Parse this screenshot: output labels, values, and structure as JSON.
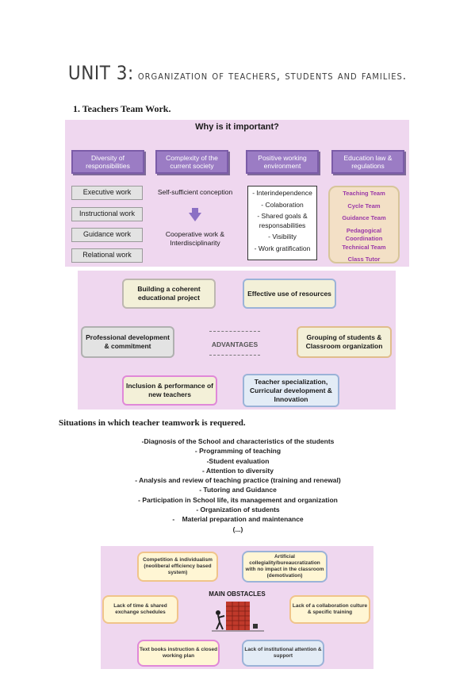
{
  "title": {
    "main": "UNIT 3:",
    "rest": "organization of teachers, students and families."
  },
  "section1": "1.   Teachers Team Work.",
  "panel1": {
    "title": "Why is it important?",
    "headers": [
      "Diversity of responsibilities",
      "Complexity of the current society",
      "Positive working environment",
      "Education law & regulations"
    ],
    "work_items": [
      "Executive work",
      "Instructional work",
      "Guidance work",
      "Relational work"
    ],
    "col2_top": "Self-sufficient conception",
    "col2_bottom": "Cooperative work & Interdisciplinarity",
    "col3": [
      "- Interindependence",
      "- Colaboration",
      "- Shared goals & responsabilities",
      "- Visibility",
      "- Work gratification"
    ],
    "col4": [
      "Teaching Team",
      "Cycle Team",
      "Guidance Team",
      "Pedagogical Coordination",
      "Technical Team",
      "Class Tutor"
    ]
  },
  "panel2": {
    "center": "ADVANTAGES",
    "items": [
      "Building a coherent educational project",
      "Effective use of resources",
      "Professional development & commitment",
      "Grouping of students & Classroom organization",
      "Inclusion & performance of new teachers",
      "Teacher specialization, Curricular development & Innovation"
    ]
  },
  "section2": "Situations in which teacher teamwork is requered.",
  "situations": [
    "-Diagnosis of the School and characteristics of the students",
    "- Programming of teaching",
    "-Student evaluation",
    "- Attention to diversity",
    "- Analysis and review of teaching practice (training and renewal)",
    "- Tutoring and Guidance",
    "- Participation in School life, its management and organization",
    "- Organization of students",
    "-    Material preparation and maintenance",
    "(...)"
  ],
  "panel3": {
    "center": "MAIN OBSTACLES",
    "items": [
      "Competition & individualism (neoliberal efficiency based system)",
      "Artificial collegiality/bureaucratization with no impact in the classroom (demotivation)",
      "Lack of time & shared exchange schedules",
      "Lack of a collaboration culture & specific training",
      "Text books instruction & closed working plan",
      "Lack of institutional attention & support"
    ]
  },
  "colors": {
    "panel_bg": "#efd7ef",
    "header_bg": "#9b7cc4",
    "team_text": "#9b3aa8"
  }
}
